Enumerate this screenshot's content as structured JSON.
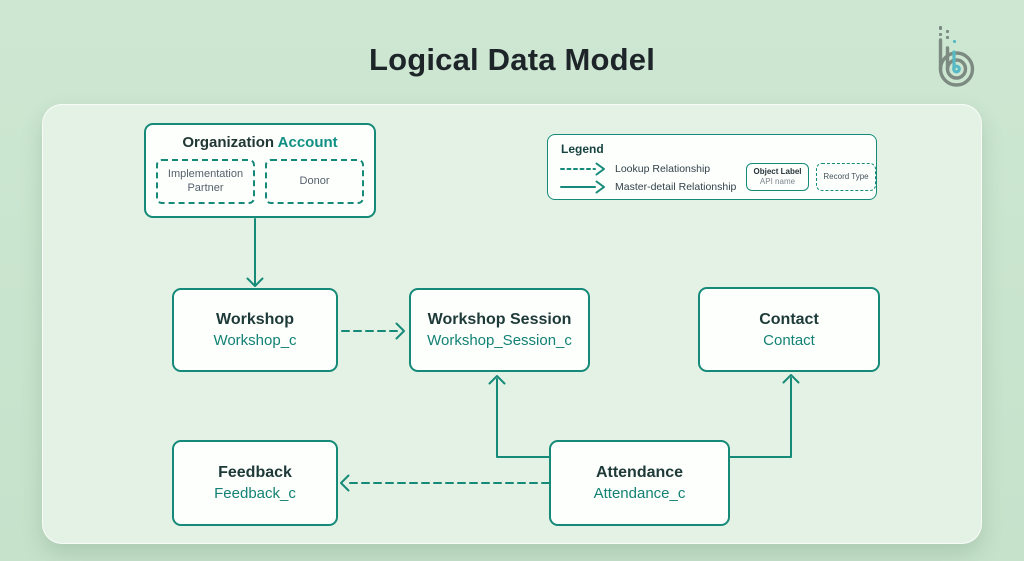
{
  "page": {
    "title": "Logical Data Model"
  },
  "diagram": {
    "org_box": {
      "title_dark": "Organization",
      "title_teal": "Account",
      "children": [
        {
          "label": "Implementation Partner"
        },
        {
          "label": "Donor"
        }
      ]
    },
    "legend": {
      "title": "Legend",
      "items": [
        {
          "style": "dashed",
          "label": "Lookup Relationship"
        },
        {
          "style": "solid",
          "label": "Master-detail Relationship"
        }
      ],
      "object_key": {
        "label": "Object Label",
        "sublabel": "API name"
      },
      "record_type_key": {
        "label": "Record Type"
      }
    },
    "entities": [
      {
        "id": "workshop",
        "label": "Workshop",
        "api": "Workshop_c"
      },
      {
        "id": "workshop_session",
        "label": "Workshop Session",
        "api": "Workshop_Session_c"
      },
      {
        "id": "contact",
        "label": "Contact",
        "api": "Contact"
      },
      {
        "id": "feedback",
        "label": "Feedback",
        "api": "Feedback_c"
      },
      {
        "id": "attendance",
        "label": "Attendance",
        "api": "Attendance_c"
      }
    ],
    "relationships": [
      {
        "from": "Organization Account",
        "to": "Workshop",
        "type": "master-detail"
      },
      {
        "from": "Workshop",
        "to": "Workshop Session",
        "type": "lookup"
      },
      {
        "from": "Attendance",
        "to": "Workshop Session",
        "type": "master-detail"
      },
      {
        "from": "Attendance",
        "to": "Contact",
        "type": "master-detail"
      },
      {
        "from": "Attendance",
        "to": "Feedback",
        "type": "lookup"
      }
    ],
    "colors": {
      "teal": "#168a78",
      "teal_text": "#138274",
      "dark_text": "#1e3a38",
      "panel": "#e4f2e5",
      "background": "#cde7d2",
      "logo_gray": "#7d8a82",
      "logo_cyan": "#58b9c4"
    }
  }
}
